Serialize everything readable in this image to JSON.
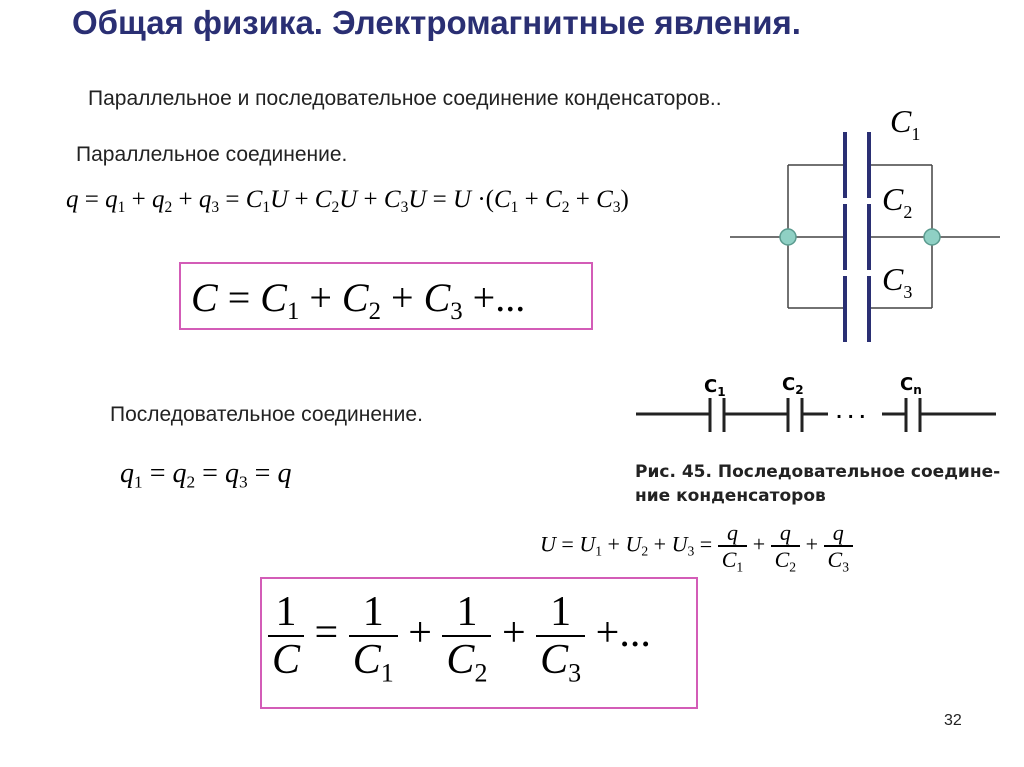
{
  "slide": {
    "title": "Общая физика. Электромагнитные явления.",
    "subtitle": "Параллельное и последовательное соединение конденсаторов..",
    "page_number": "32"
  },
  "parallel": {
    "heading": "Параллельное соединение.",
    "charge_formula": {
      "lhs": "q",
      "eq": "=",
      "plus": "+",
      "dot": "·",
      "q1": "q",
      "q1_sub": "1",
      "q2": "q",
      "q2_sub": "2",
      "q3": "q",
      "q3_sub": "3",
      "c1": "C",
      "c1_sub": "1",
      "c2": "C",
      "c2_sub": "2",
      "c3": "C",
      "c3_sub": "3",
      "u": "U",
      "paren_open": "(",
      "paren_close": ")"
    },
    "capacitance_formula": {
      "lhs": "C",
      "eq": "=",
      "plus": "+",
      "ellipsis": "...",
      "c": "C",
      "sub1": "1",
      "sub2": "2",
      "sub3": "3"
    },
    "diagram": {
      "label_c": "C",
      "sub1": "1",
      "sub2": "2",
      "sub3": "3",
      "node_color": "#8fd0c4"
    }
  },
  "series": {
    "heading": "Последовательное соединение.",
    "charge_formula": {
      "q": "q",
      "eq": "=",
      "sub1": "1",
      "sub2": "2",
      "sub3": "3"
    },
    "voltage_formula": {
      "u": "U",
      "q": "q",
      "c": "C",
      "eq": "=",
      "plus": "+",
      "sub1": "1",
      "sub2": "2",
      "sub3": "3"
    },
    "capacitance_formula": {
      "one": "1",
      "c": "C",
      "eq": "=",
      "plus": "+",
      "ellipsis": "...",
      "sub1": "1",
      "sub2": "2",
      "sub3": "3"
    },
    "figure": {
      "c1_label": "C",
      "c1_sub": "1",
      "c2_label": "C",
      "c2_sub": "2",
      "cn_label": "C",
      "cn_sub": "n",
      "dots": ". . .",
      "caption_line1": "Рис. 45. Последовательное соедине-",
      "caption_line2": "ние конденсаторов"
    }
  },
  "colors": {
    "title": "#2a2f73",
    "box_border": "#d35cb7"
  }
}
